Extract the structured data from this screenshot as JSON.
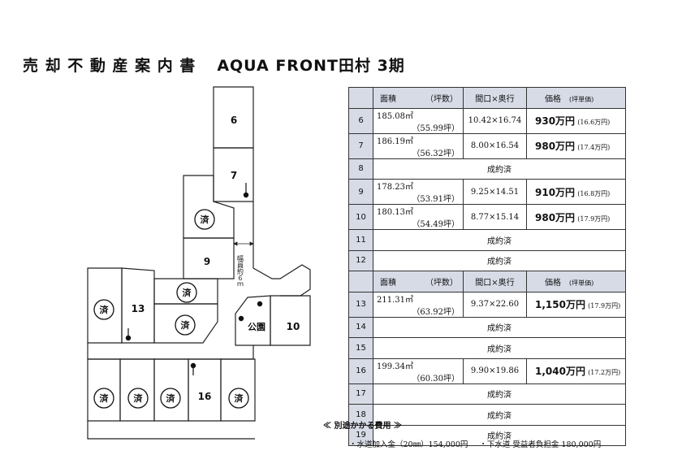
{
  "title": {
    "main": "売 却 不 動 産 案 内 書",
    "sub": "AQUA FRONT田村 3期"
  },
  "map": {
    "plots": [
      {
        "id": "6",
        "label": "6"
      },
      {
        "id": "7",
        "label": "7"
      },
      {
        "id": "9",
        "label": "9"
      },
      {
        "id": "13",
        "label": "13"
      },
      {
        "id": "10",
        "label": "10"
      },
      {
        "id": "16",
        "label": "16"
      }
    ],
    "sold_mark": "済",
    "park_label": "公園",
    "road_label": "幅員約６ｍ"
  },
  "table": {
    "header": {
      "area": "面積",
      "tsubo": "（坪数）",
      "dim": "間口×奥行",
      "price": "価格",
      "unit_price": "(坪単価)"
    },
    "group1": [
      {
        "no": "6",
        "area": "185.08㎡",
        "tsubo": "（55.99坪）",
        "dim": "10.42×16.74",
        "price": "930万円",
        "unit": "(16.6万円)"
      },
      {
        "no": "7",
        "area": "186.19㎡",
        "tsubo": "（56.32坪）",
        "dim": "8.00×16.54",
        "price": "980万円",
        "unit": "(17.4万円)"
      },
      {
        "no": "8",
        "status": "成約済"
      },
      {
        "no": "9",
        "area": "178.23㎡",
        "tsubo": "（53.91坪）",
        "dim": "9.25×14.51",
        "price": "910万円",
        "unit": "(16.8万円)"
      },
      {
        "no": "10",
        "area": "180.13㎡",
        "tsubo": "（54.49坪）",
        "dim": "8.77×15.14",
        "price": "980万円",
        "unit": "(17.9万円)"
      },
      {
        "no": "11",
        "status": "成約済"
      },
      {
        "no": "12",
        "status": "成約済"
      }
    ],
    "group2": [
      {
        "no": "13",
        "area": "211.31㎡",
        "tsubo": "（63.92坪）",
        "dim": "9.37×22.60",
        "price": "1,150万円",
        "unit": "(17.9万円)"
      },
      {
        "no": "14",
        "status": "成約済"
      },
      {
        "no": "15",
        "status": "成約済"
      },
      {
        "no": "16",
        "area": "199.34㎡",
        "tsubo": "（60.30坪）",
        "dim": "9.90×19.86",
        "price": "1,040万円",
        "unit": "(17.2万円)"
      },
      {
        "no": "17",
        "status": "成約済"
      },
      {
        "no": "18",
        "status": "成約済"
      },
      {
        "no": "19",
        "status": "成約済"
      }
    ]
  },
  "costs": {
    "title": "≪ 別途かかる費用 ≫",
    "water": "・水道加入金（20㎜）154,000円",
    "sewer": "・下水道 受益者負担金 180,000円"
  }
}
